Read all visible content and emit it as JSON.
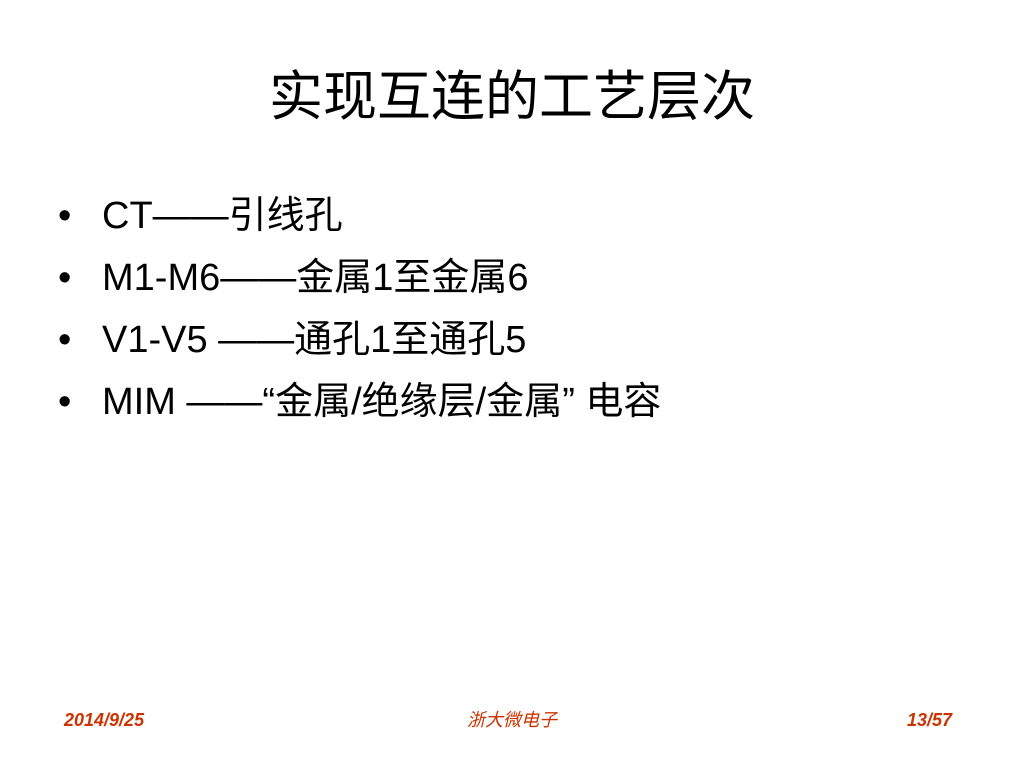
{
  "slide": {
    "title": "实现互连的工艺层次",
    "bullet_glyph": "•",
    "bullets": [
      {
        "text": "CT——引线孔"
      },
      {
        "text": "M1-M6——金属1至金属6"
      },
      {
        "text": "V1-V5 ——通孔1至通孔5"
      },
      {
        "text": "MIM ——“金属/绝缘层/金属” 电容"
      }
    ]
  },
  "footer": {
    "date": "2014/9/25",
    "organization": "浙大微电子",
    "page": "13/57"
  },
  "colors": {
    "background": "#ffffff",
    "text": "#000000",
    "footer": "#cc3300"
  }
}
